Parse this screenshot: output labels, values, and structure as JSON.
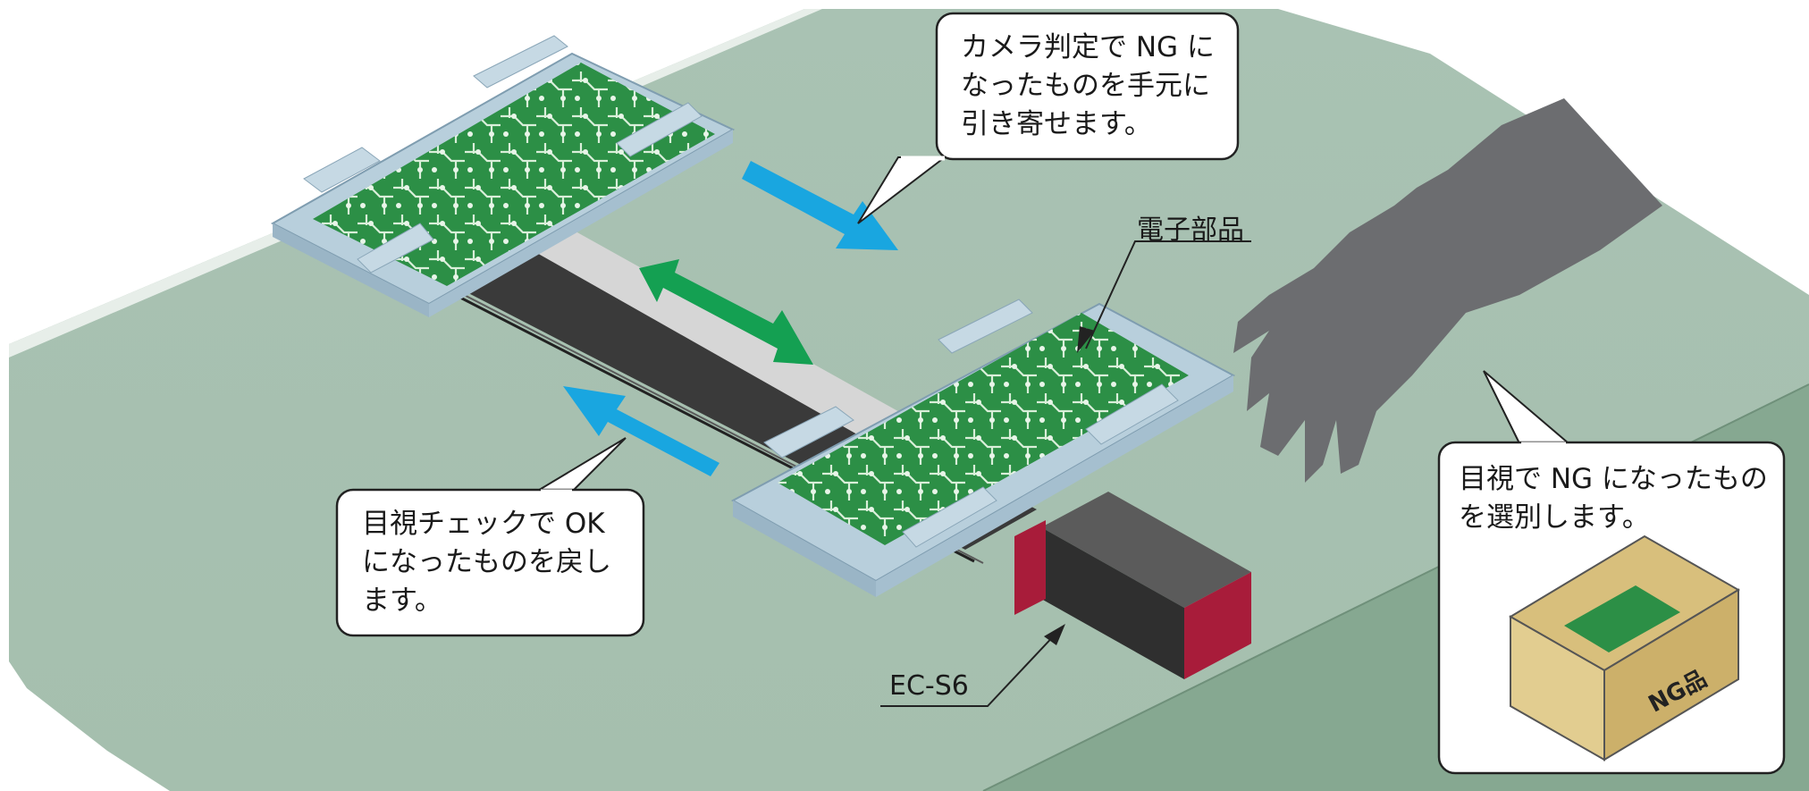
{
  "callouts": {
    "top": "カメラ判定で NG に\nなったものを手元に\n引き寄せます。",
    "left": "目視チェックで OK\nになったものを戻し\nます。",
    "right": "目視で NG になったもの\nを選別します。"
  },
  "labels": {
    "component": "電子部品",
    "actuator": "EC-S6",
    "box": "NG品"
  },
  "colors": {
    "table_top": "#a8c1b2",
    "table_side": "#86a891",
    "pcb": "#2c8f46",
    "tray": "#b8cfdc",
    "motor_red": "#a81c3a",
    "motor_body": "#3a3a3a",
    "arrow_blue": "#19a6e0",
    "arrow_green": "#14a052",
    "hand": "#6c6d70",
    "box": "#d8bf7c"
  }
}
